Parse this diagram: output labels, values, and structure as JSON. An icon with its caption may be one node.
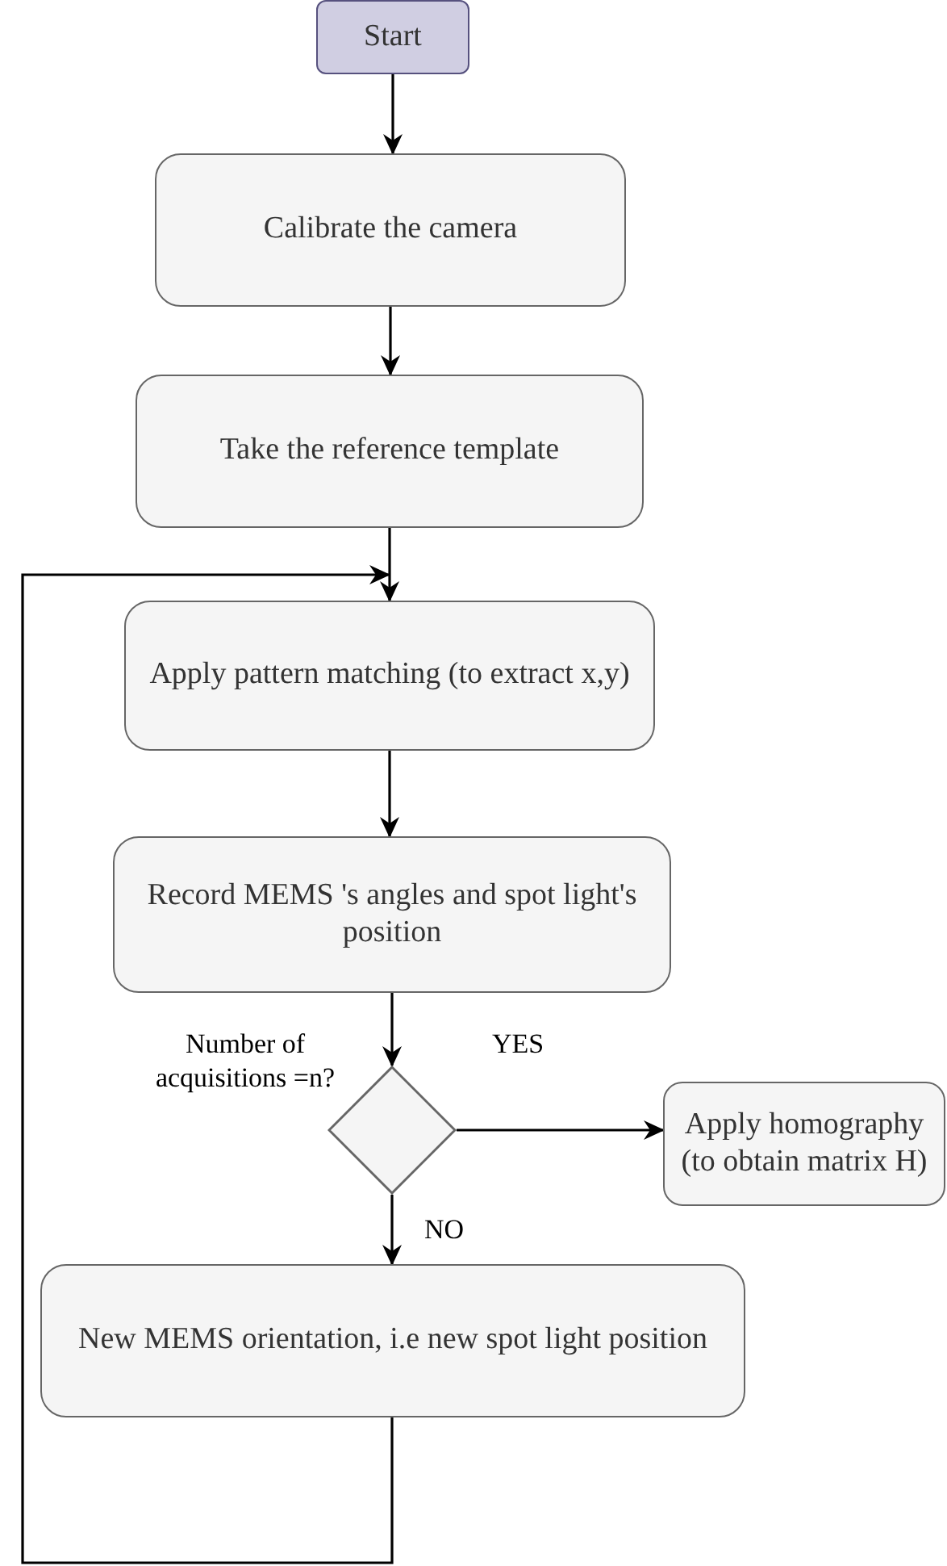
{
  "diagram": {
    "nodes": [
      {
        "text": [
          "Start"
        ]
      },
      {
        "text": [
          "Calibrate the camera"
        ]
      },
      {
        "text": [
          "Take the reference template"
        ]
      },
      {
        "text": [
          "Apply pattern matching (to extract x,y)"
        ]
      },
      {
        "text": [
          "Record MEMS 's angles and spot light's position"
        ]
      },
      {
        "text": [],
        "shape": "diamond",
        "beside": [
          "Number of acquisitions =n?"
        ]
      },
      {
        "text": [
          "Apply homography (to obtain matrix H)"
        ]
      },
      {
        "text": [
          "New MEMS orientation, i.e new spot light position"
        ]
      }
    ],
    "edges": [
      {
        "from": 0,
        "to": 1,
        "arrow": "to"
      },
      {
        "from": 1,
        "to": 2,
        "arrow": "to"
      },
      {
        "from": 2,
        "to": 3,
        "arrow": "to"
      },
      {
        "from": 3,
        "to": 4,
        "arrow": "to"
      },
      {
        "from": 4,
        "to": 5,
        "arrow": "to"
      },
      {
        "from": 5,
        "to": 6,
        "arrow": "to",
        "label": "YES"
      },
      {
        "from": 5,
        "to": 7,
        "arrow": "to",
        "label": "NO"
      },
      {
        "from": 7,
        "to": 3,
        "arrow": "to"
      }
    ]
  }
}
